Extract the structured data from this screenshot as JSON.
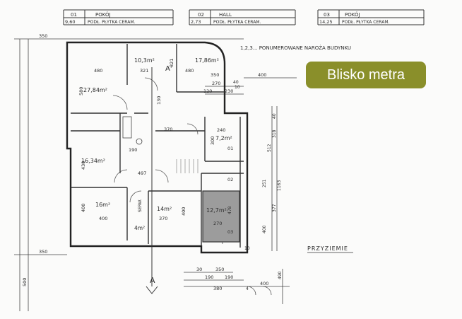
{
  "legend": [
    {
      "no": "01",
      "name": "POKÓJ",
      "area": "9,60",
      "floor": "PODŁ. PŁYTKA CERAM."
    },
    {
      "no": "02",
      "name": "HALL",
      "area": "2,73",
      "floor": "PODŁ. PŁYTKA CERAM."
    },
    {
      "no": "03",
      "name": "POKÓJ",
      "area": "14,25",
      "floor": "PODŁ. PŁYTKA CERAM."
    }
  ],
  "note": "1,2,3... PONUMEROWANE NAROŻA BUDYNKU",
  "badge": "Blisko metra",
  "floor_title": "PRZYZIEMIE",
  "section_marks": {
    "a_top": "A'",
    "a_bottom": "A"
  },
  "rooms": {
    "r1": "10,3m²",
    "r2": "17,86m²",
    "r3": "27,84m²",
    "r4": "16,34m²",
    "r5": "7,2m²",
    "r6": "16m²",
    "r7": "14m²",
    "r8": "12,7m²",
    "r9": "4m²",
    "serw": "SERW."
  },
  "room_tags": {
    "t1": "01",
    "t2": "02",
    "t3": "03"
  },
  "dims": {
    "d350_left": "350",
    "d480": "480",
    "d321a": "321",
    "d321b": "321",
    "d480b": "480",
    "d580": "580",
    "d350_r": "350",
    "d40": "40",
    "d400": "400",
    "d270": "270",
    "d120": "120",
    "d230": "230",
    "d10": "10",
    "d370": "370",
    "d240": "240",
    "d300": "300",
    "d190": "190",
    "d130": "130",
    "d497": "497",
    "d430": "430",
    "d400a": "400",
    "d400b": "400",
    "d370b": "370",
    "d400c": "400",
    "d478": "478",
    "d270b": "270",
    "d350_bl": "350",
    "d500": "500",
    "b30": "30",
    "b350": "350",
    "b190a": "190",
    "b190b": "190",
    "b380": "380",
    "b400": "400",
    "b4": "4",
    "v40": "40",
    "v318": "318",
    "v512": "512",
    "v251": "251",
    "v1163": "1163",
    "v377": "377",
    "v10": "10",
    "v400": "400",
    "v490": "490"
  }
}
